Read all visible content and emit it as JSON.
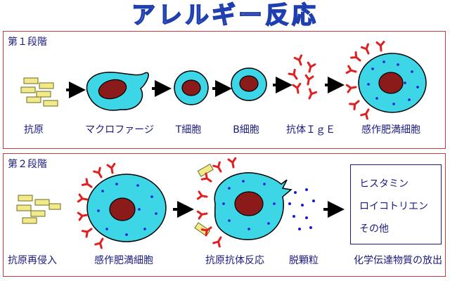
{
  "title": "アレルギー反応",
  "stage1": {
    "title": "第１段階",
    "labels": {
      "antigen": "抗原",
      "macrophage": "マクロファージ",
      "t_cell": "T細胞",
      "b_cell": "B細胞",
      "antibody": "抗体ＩｇＥ",
      "mast_cell": "感作肥満細胞"
    }
  },
  "stage2": {
    "title": "第２段階",
    "labels": {
      "reentry": "抗原再侵入",
      "mast_cell": "感作肥満細胞",
      "reaction": "抗原抗体反応",
      "degranulation": "脱顆粒",
      "release": "化学伝達物質の放出"
    },
    "mediators": [
      "ヒスタミン",
      "ロイコトリエン",
      "その他"
    ]
  },
  "colors": {
    "cell": "#3cd6e6",
    "nucleus": "#8b1a1a",
    "antigen": "#f2e98a",
    "ige": "#e02020",
    "granule": "#1a1ad0",
    "frame": "#cc3a3a",
    "text": "#1a1a80"
  }
}
